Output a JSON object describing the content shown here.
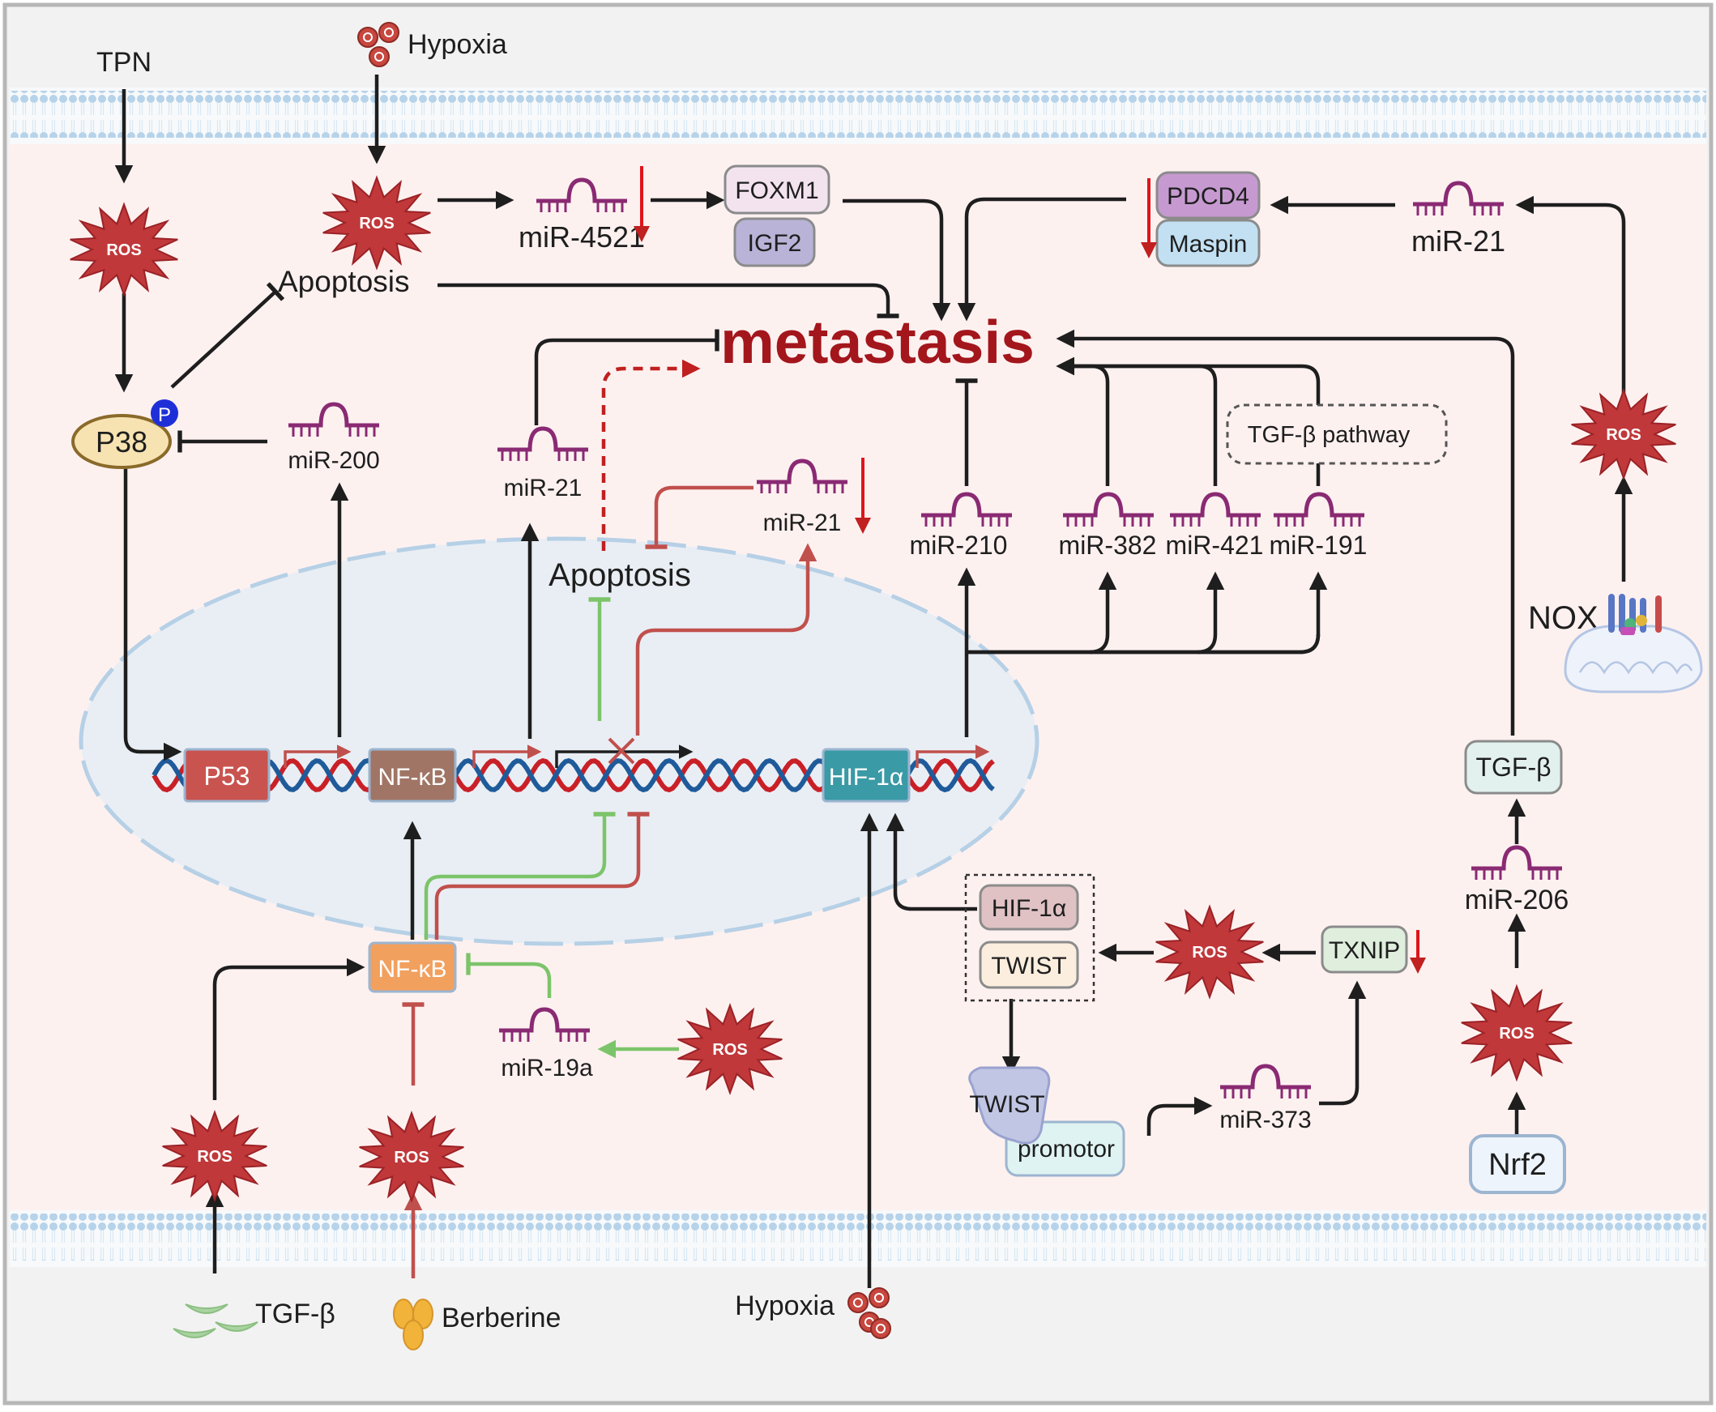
{
  "colors": {
    "cytoplasm": "#fdf1f0",
    "extracellular": "#f2f2f2",
    "membrane": "#b6d3ea",
    "nucleus": "#e9eef4",
    "ros": "#c0383a",
    "mirna": "#8a2a73",
    "black_arrow": "#1e1e1e",
    "red_arrow": "#c0504d",
    "green_arrow": "#7cc46a",
    "down_arrow": "#e0141b",
    "metastasis": "#a3161c",
    "dna_red": "#c92027",
    "dna_blue": "#1f5b9a"
  },
  "stimuli": {
    "tpn": "TPN",
    "hypoxia_top": "Hypoxia",
    "hypoxia_bottom": "Hypoxia",
    "tgf_beta_ext": "TGF-β",
    "berberine": "Berberine",
    "nox": "NOX",
    "nrf2": "Nrf2"
  },
  "ros_label": "ROS",
  "phospho_label": "P",
  "proteins": {
    "p38": "P38",
    "foxm1": "FOXM1",
    "igf2": "IGF2",
    "pdcd4": "PDCD4",
    "maspin": "Maspin",
    "p53": "P53",
    "nfkb_dna": "NF-κB",
    "hif1a_dna": "HIF-1α",
    "nfkb_cyto": "NF-κB",
    "hif1a_cyto": "HIF-1α",
    "twist_cyto": "TWIST",
    "twist_bound": "TWIST",
    "promotor": "promotor",
    "txnip": "TXNIP",
    "tgf_beta_cyto": "TGF-β"
  },
  "mirnas": {
    "mir4521": "miR-4521",
    "mir21_right": "miR-21",
    "mir200": "miR-200",
    "mir21_left": "miR-21",
    "mir21_mid": "miR-21",
    "mir210": "miR-210",
    "mir382": "miR-382",
    "mir421": "miR-421",
    "mir191": "miR-191",
    "mir206": "miR-206",
    "mir19a": "miR-19a",
    "mir373": "miR-373"
  },
  "processes": {
    "apoptosis_top": "Apoptosis",
    "apoptosis_nuc": "Apoptosis",
    "metastasis": "metastasis",
    "tgf_pathway": "TGF-β pathway"
  },
  "icons": [
    "ros-burst-icon",
    "mirna-hairpin-icon",
    "oxygen-molecule-icon",
    "down-arrow-icon",
    "mitochondrion-icon",
    "nox-complex-icon",
    "dna-helix-icon",
    "tgf-beta-ligand-icon",
    "berberine-icon"
  ]
}
